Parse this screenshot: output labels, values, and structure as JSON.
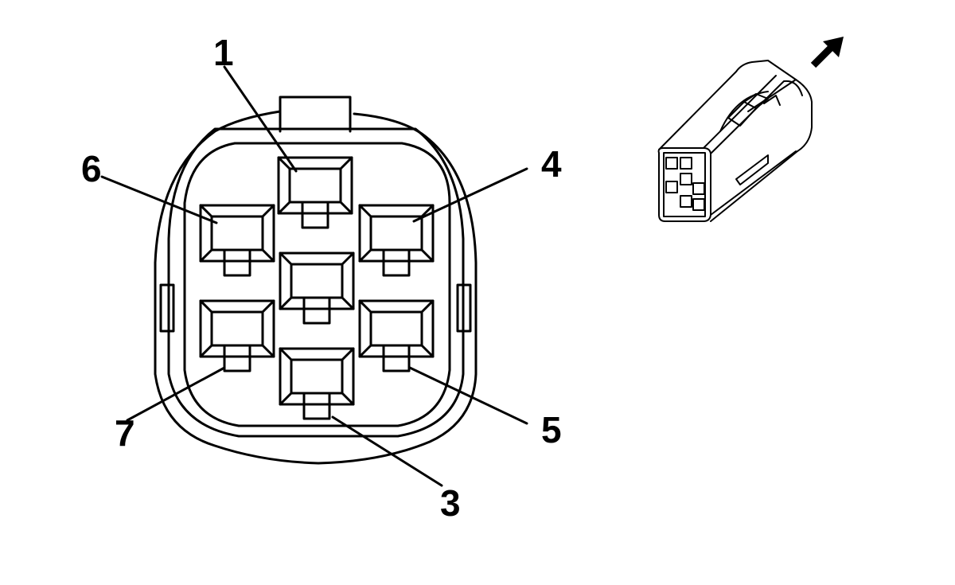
{
  "connector": {
    "pins": [
      {
        "label": "1"
      },
      {
        "label": "6"
      },
      {
        "label": "4"
      },
      {
        "label": "7"
      },
      {
        "label": "5"
      },
      {
        "label": "3"
      }
    ],
    "cavity_count": 7
  },
  "inset": {
    "icon": "arrow-icon",
    "description_icon": "connector-housing-icon"
  },
  "colors": {
    "ink": "#000000",
    "background": "#ffffff"
  }
}
